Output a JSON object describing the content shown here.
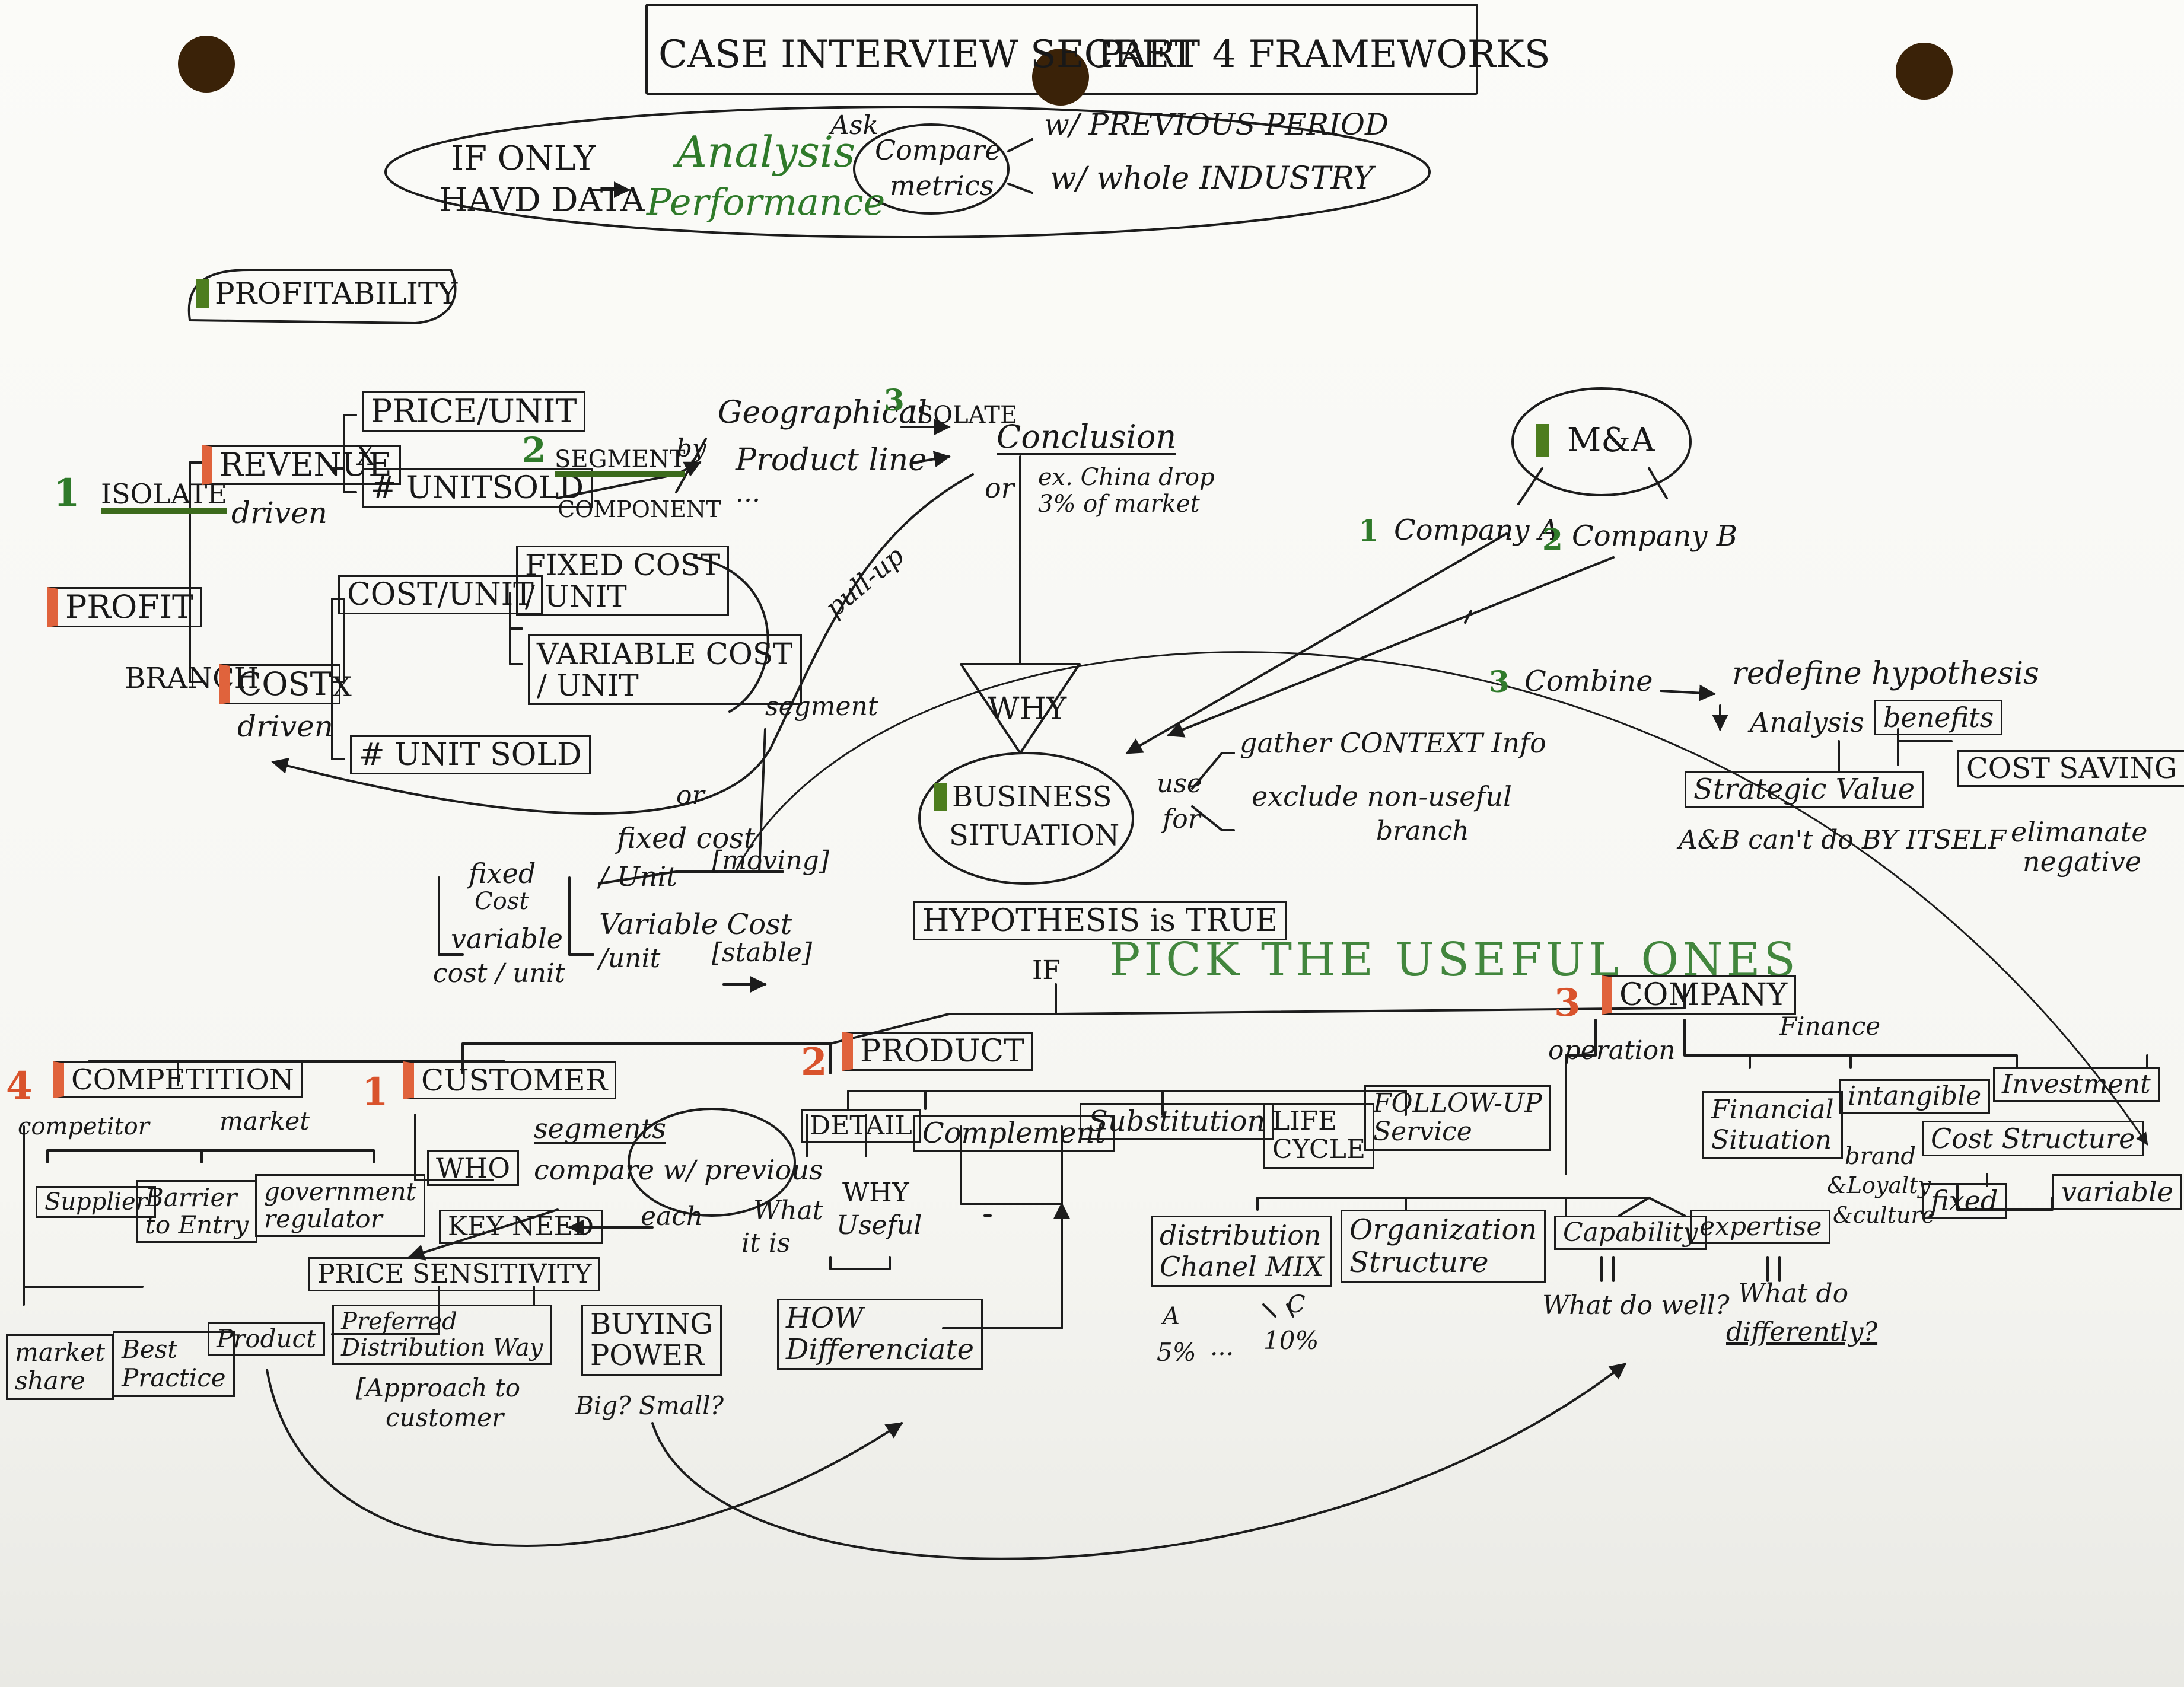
{
  "header": {
    "title_left": "CASE INTERVIEW SECRET",
    "title_right": "PART 4   FRAMEWORKS"
  },
  "data_section": {
    "if_only": "IF ONLY",
    "have_data": "HAVD DATA",
    "analysis": "Analysis",
    "performance": "Performance",
    "ask": "Ask",
    "compare": "Compare",
    "metrics": "metrics",
    "w_previous_period": "w/ PREVIOUS PERIOD",
    "w_whole_industry": "w/ whole INDUSTRY"
  },
  "profitability": {
    "badge": "PROFITABILITY",
    "profit": "PROFIT",
    "branch": "BRANCH",
    "revenue": "REVENUE",
    "revenue_driven": "driven",
    "cost": "COST",
    "cost_driven": "driven",
    "isolate_num": "1",
    "isolate": "ISOLATE",
    "price_unit": "PRICE/UNIT",
    "x1": "X",
    "units_sold": "# UNITSOLD",
    "segment_num": "2",
    "segment": "SEGMENT",
    "by": "by",
    "component": "COMPONENT",
    "geographical": "Geographical",
    "product_line": "Product line",
    "dots": "...",
    "isolate2_num": "3",
    "isolate2": "ISOLATE",
    "conclusion": "Conclusion",
    "or": "or",
    "ex_china": "ex. China drop",
    "market_pct": "3% of market",
    "cost_unit": "COST/UNIT",
    "x2": "X",
    "fixed_cost_unit_1": "FIXED COST",
    "fixed_cost_unit_2": "/ UNIT",
    "variable_cost_unit_1": "VARIABLE COST",
    "variable_cost_unit_2": "/ UNIT",
    "unit_sold_2": "# UNIT SOLD",
    "pull_up": "pull-up",
    "segment_label": "segment",
    "or2": "or",
    "fixed_cost_small": "fixed",
    "cost_small": "Cost",
    "variable": "variable",
    "cost_unit_small": "cost / unit",
    "fixed_cost_unit_r1": "fixed cost",
    "fixed_cost_unit_r2": "/ Unit",
    "moving": "[moving]",
    "variable_cost_r1": "Variable Cost",
    "variable_cost_r2": "/unit",
    "stable": "[stable]"
  },
  "center": {
    "why": "WHY",
    "business_1": "BUSINESS",
    "business_2": "SITUATION",
    "use": "use",
    "for": "for",
    "gather": "gather CONTEXT Info",
    "exclude_1": "exclude non-useful",
    "exclude_2": "branch",
    "hypothesis": "HYPOTHESIS is TRUE",
    "if": "IF",
    "pick": "PICK THE USEFUL ONES"
  },
  "ma": {
    "ma": "M&A",
    "company_a_num": "1",
    "company_a": "Company A",
    "company_b_num": "2",
    "company_b": "Company B",
    "combine_num": "3",
    "combine": "Combine",
    "redefine": "redefine hypothesis",
    "analysis": "Analysis",
    "benefits": "benefits",
    "strategic_value": "Strategic Value",
    "cost_saving": "COST SAVING",
    "ab_cant": "A&B can't do BY ITSELF",
    "eliminate_1": "elimanate",
    "eliminate_2": "negative"
  },
  "competition": {
    "num": "4",
    "title": "COMPETITION",
    "competitor": "competitor",
    "market": "market",
    "supplier": "Supplier",
    "barrier_1": "Barrier",
    "barrier_2": "to Entry",
    "gov_1": "government",
    "gov_2": "regulator",
    "market_share_1": "market",
    "market_share_2": "share",
    "best_1": "Best",
    "best_2": "Practice",
    "product": "Product"
  },
  "customer": {
    "num": "1",
    "title": "CUSTOMER",
    "who": "WHO",
    "segments": "segments",
    "compare": "compare w/ previous",
    "each": "each",
    "key_need": "KEY NEED",
    "price_sensitivity": "PRICE SENSITIVITY",
    "preferred_1": "Preferred",
    "preferred_2": "Distribution Way",
    "approach_1": "[Approach to",
    "approach_2": "customer",
    "buying_1": "BUYING",
    "buying_2": "POWER",
    "big_small": "Big?   Small?"
  },
  "product": {
    "num": "2",
    "title": "PRODUCT",
    "detail": "DETAIL",
    "what_1": "What",
    "what_2": "it is",
    "why_1": "WHY",
    "why_2": "Useful",
    "complement": "Complement",
    "substitution": "Substitution",
    "life_1": "LIFE",
    "life_2": "CYCLE",
    "follow_1": "FOLLOW-UP",
    "follow_2": "Service",
    "how_1": "HOW",
    "how_2": "Differenciate"
  },
  "company": {
    "num": "3",
    "title": "COMPANY",
    "operation": "operation",
    "finance": "Finance",
    "financial_1": "Financial",
    "financial_2": "Situation",
    "intangible": "intangible",
    "investment": "Investment",
    "brand_1": "brand",
    "brand_2": "&Loyalty",
    "brand_3": "&culture",
    "cost_structure": "Cost Structure",
    "fixed": "fixed",
    "variable": "variable",
    "distribution_1": "distribution",
    "distribution_2": "Chanel MIX",
    "dist_a": "A",
    "dist_c": "C",
    "dist_5": "5%",
    "dist_dots": "...",
    "dist_10": "10%",
    "organization_1": "Organization",
    "organization_2": "Structure",
    "capability": "Capability",
    "expertise": "expertise",
    "what_do_well": "What do well?",
    "what_do_1": "What do",
    "what_do_2": "differently?"
  },
  "colors": {
    "ink": "#181818",
    "green": "#2f7a2a",
    "red": "#d9532c",
    "hole": "#3a2208"
  }
}
